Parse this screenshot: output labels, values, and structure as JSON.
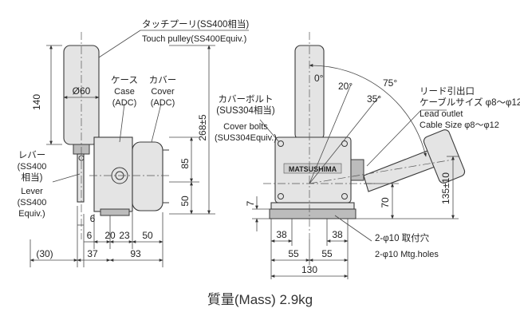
{
  "labels": {
    "touch_pulley_jp": "タッチプーリ(SS400相当)",
    "touch_pulley_en": "Touch pulley(SS400Equiv.)",
    "case_jp": "ケース",
    "case_en": "Case",
    "case_mat": "(ADC)",
    "cover_jp": "カバー",
    "cover_en": "Cover",
    "cover_mat": "(ADC)",
    "cover_bolts_jp": "カバーボルト",
    "cover_bolts_jp2": "(SUS304相当)",
    "cover_bolts_en": "Cover bolts",
    "cover_bolts_en2": "(SUS304Equiv.)",
    "lever_jp1": "レバー",
    "lever_jp2": "(SS400",
    "lever_jp3": "相当)",
    "lever_en1": "Lever",
    "lever_en2": "(SS400",
    "lever_en3": "Equiv.)",
    "lead_outlet_jp1": "リード引出口",
    "lead_outlet_jp2": "ケーブルサイズ φ8〜φ12",
    "lead_outlet_en1": "Lead outlet",
    "lead_outlet_en2": "Cable Size φ8〜φ12",
    "holes_jp": "2-φ10 取付穴",
    "holes_en": "2-φ10 Mtg.holes",
    "brand": "MATSUSHIMA"
  },
  "dimensions": {
    "d140": "140",
    "d60": "Ø60",
    "d268": "268±5",
    "d85": "85",
    "d50v": "50",
    "d6a": "6",
    "d6b": "6",
    "d20": "20",
    "d23": "23",
    "d50h": "50",
    "d30": "(30)",
    "d37": "37",
    "d93": "93",
    "d7": "7",
    "d38a": "38",
    "d38b": "38",
    "d55a": "55",
    "d55b": "55",
    "d130": "130",
    "d70": "70",
    "d135": "135±10"
  },
  "angles": {
    "a0": "0°",
    "a20": "20°",
    "a35": "35°",
    "a75": "75°"
  },
  "mass": "質量(Mass) 2.9kg"
}
